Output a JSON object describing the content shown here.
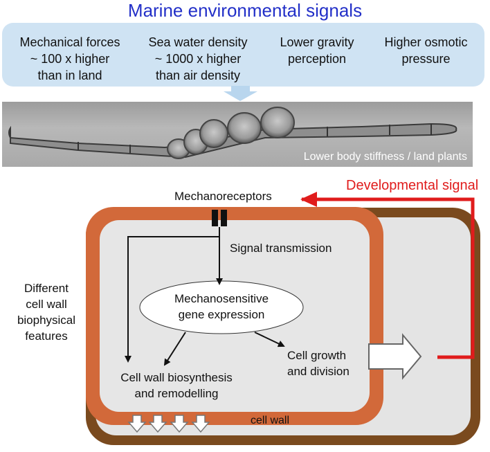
{
  "title": "Marine environmental signals",
  "signals": [
    {
      "line1": "Mechanical forces",
      "line2": "~ 100 x higher",
      "line3": "than in land"
    },
    {
      "line1": "Sea water density",
      "line2": "~ 1000 x higher",
      "line3": "than air density"
    },
    {
      "line1": "Lower gravity",
      "line2": "perception",
      "line3": ""
    },
    {
      "line1": "Higher osmotic",
      "line2": "pressure",
      "line3": ""
    }
  ],
  "micrograph_caption": "Lower body stiffness / land plants",
  "labels": {
    "mechanoreceptors": "Mechanoreceptors",
    "developmental_signal": "Developmental signal",
    "signal_transmission": "Signal transmission",
    "gene_expression_line1": "Mechanosensitive",
    "gene_expression_line2": "gene expression",
    "cell_growth_line1": "Cell growth",
    "cell_growth_line2": "and division",
    "biosynthesis_line1": "Cell wall biosynthesis",
    "biosynthesis_line2": "and remodelling",
    "different_line1": "Different",
    "different_line2": "cell wall",
    "different_line3": "biophysical",
    "different_line4": "features",
    "cell_wall": "cell wall"
  },
  "colors": {
    "title": "#2330c8",
    "signals_box": "#cfe3f3",
    "cell_wall_outer": "#7a4a1e",
    "cell_wall_inner": "#d2693a",
    "cytoplasm": "#e6e6e6",
    "developmental_signal": "#e01c1c"
  }
}
